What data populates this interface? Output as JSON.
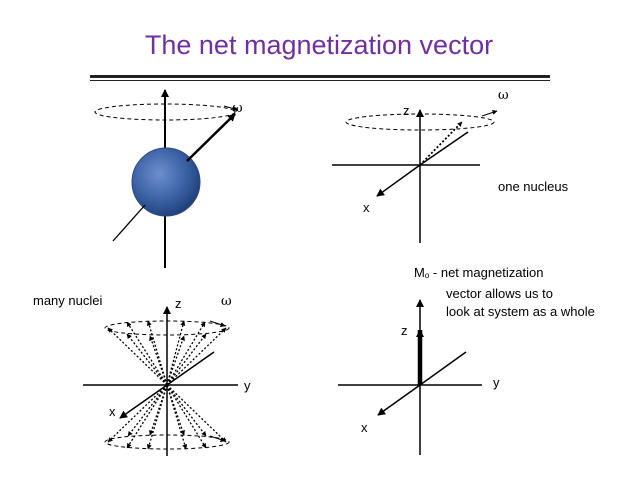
{
  "title": "The net magnetization vector",
  "panels": {
    "top_left": {
      "omega": "ω"
    },
    "top_right": {
      "omega": "ω",
      "z": "z",
      "x": "x",
      "caption": "one nucleus"
    },
    "bottom_left": {
      "caption": "many nuclei",
      "z": "z",
      "omega": "ω",
      "y": "y",
      "x": "x"
    },
    "bottom_right": {
      "symbol_main": "M",
      "symbol_sub": "o",
      "line1": " - net magnetization",
      "line2": "vector allows us to",
      "line3": "look at system as a whole",
      "z": "z",
      "y": "y",
      "x": "x"
    }
  },
  "colors": {
    "title": "#7030A0",
    "sphere": "#3F65A8"
  }
}
